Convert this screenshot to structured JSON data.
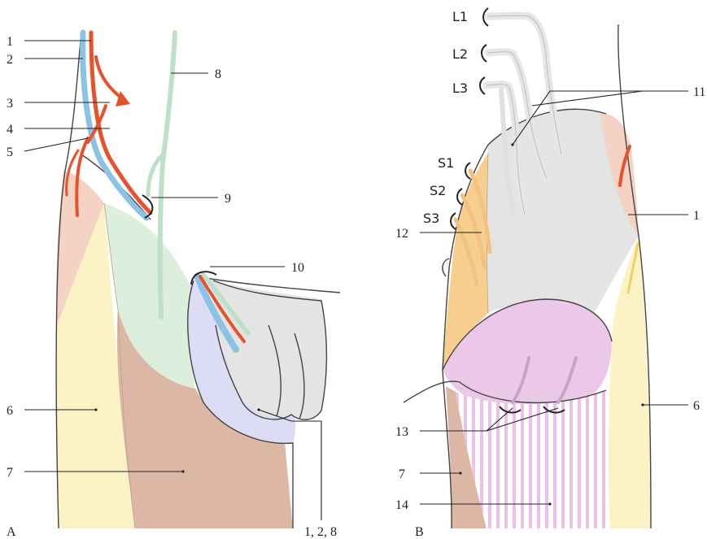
{
  "panels": {
    "A": {
      "label": "A"
    },
    "B": {
      "label": "B"
    }
  },
  "labels_a": {
    "n1": "1",
    "n2": "2",
    "n3": "3",
    "n4": "4",
    "n5": "5",
    "n6": "6",
    "n7": "7",
    "n8": "8",
    "n9": "9",
    "n10": "10",
    "n128": "1, 2, 8"
  },
  "labels_b": {
    "L1": "L1",
    "L2": "L2",
    "L3": "L3",
    "S1": "S1",
    "S2": "S2",
    "S3": "S3",
    "n11": "11",
    "n12": "12",
    "n1": "1",
    "n6": "6",
    "n13": "13",
    "n7": "7",
    "n14": "14"
  },
  "colors": {
    "peach": "#f4d2c4",
    "cream": "#fbf2c6",
    "brown": "#dcb7a5",
    "mint": "#dcefdc",
    "lavender": "#dcdcf4",
    "gray": "#e4e4e4",
    "orange": "#f6cf8e",
    "pink": "#ecc8e8",
    "artery": "#e8512c",
    "vein": "#8cc2e4",
    "nerve": "#bfe0c8"
  }
}
